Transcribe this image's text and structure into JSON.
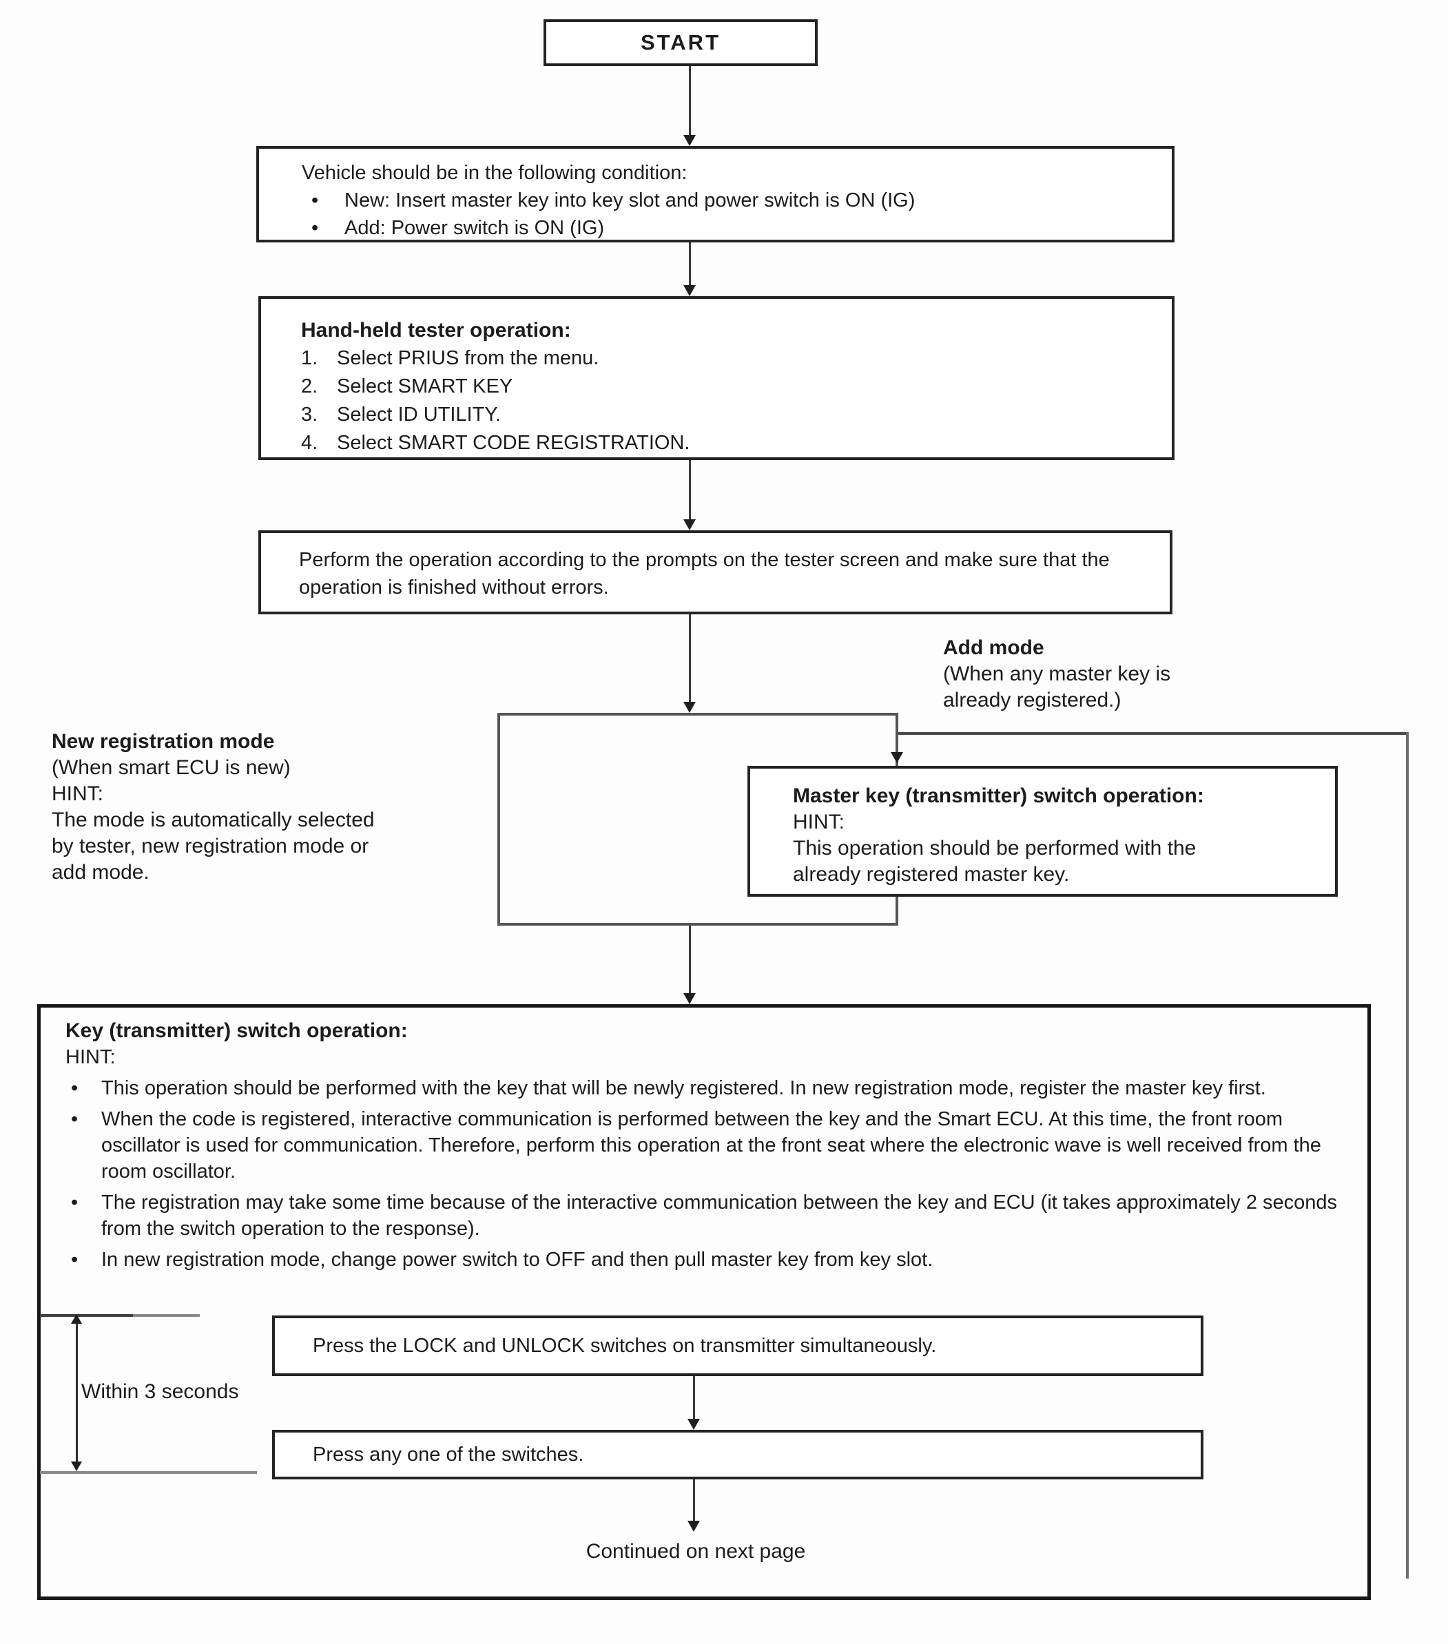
{
  "glyphs": {
    "bullet": "•"
  },
  "colors": {
    "box_border": "#242424",
    "line": "#3a3a3a",
    "gray_line": "#8a8a8a"
  },
  "start": {
    "label": "START"
  },
  "vehicle_box": {
    "title": "Vehicle should be in the following condition:",
    "bullets": [
      "New:  Insert master key into key slot and power switch is ON (IG)",
      "Add:  Power switch is ON (IG)"
    ]
  },
  "tester_box": {
    "title": "Hand-held tester operation:",
    "steps": [
      {
        "n": "1.",
        "t": "Select PRIUS from the menu."
      },
      {
        "n": "2.",
        "t": "Select SMART KEY"
      },
      {
        "n": "3.",
        "t": "Select ID UTILITY."
      },
      {
        "n": "4.",
        "t": "Select SMART CODE REGISTRATION."
      }
    ]
  },
  "perform_box": {
    "text": "Perform the operation according to the prompts on the tester screen and make sure that the operation is finished without errors."
  },
  "add_mode_label": {
    "title": "Add mode",
    "lines": [
      "(When any master key is",
      "already registered.)"
    ]
  },
  "new_mode_label": {
    "title": "New registration mode",
    "lines": [
      "(When smart ECU is new)",
      "HINT:",
      "The mode is automatically selected",
      "by tester, new registration mode or",
      "add mode."
    ]
  },
  "master_key_box": {
    "title": "Master key (transmitter) switch operation:",
    "hint": "HINT:",
    "lines": [
      "This operation should be performed with the",
      "already registered master key."
    ]
  },
  "key_box": {
    "title": "Key (transmitter) switch operation:",
    "hint": "HINT:",
    "bullets": [
      "This operation should be performed with the key that will be newly registered.  In new registration mode, register the master key first.",
      "When the code is registered, interactive communication is performed between the key and the Smart ECU. At this time, the front room oscillator is used for communication.  Therefore, perform this operation at the front seat where the electronic wave is well received from the room oscillator.",
      "The registration may take some time because of the interactive communication between the key and ECU (it takes approximately 2 seconds from the switch operation to the response).",
      "In new registration mode, change power switch to OFF and then pull master key from key slot."
    ],
    "action_lock_unlock": "Press the LOCK and UNLOCK switches on transmitter simultaneously.",
    "action_any": "Press any one of the switches.",
    "within_label": "Within 3 seconds",
    "continued": "Continued on next page"
  }
}
